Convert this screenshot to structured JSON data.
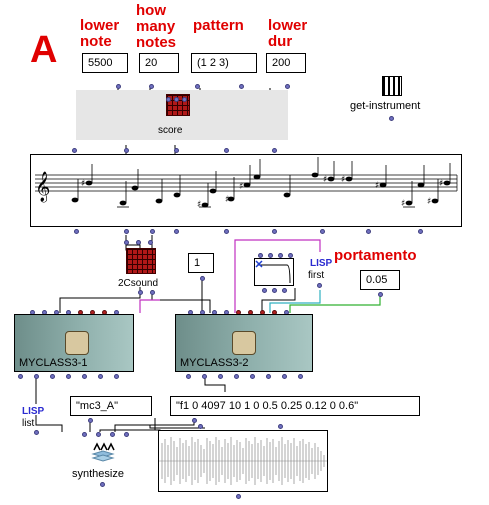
{
  "patch_letter": "A",
  "headers": {
    "lower_note": "lower note",
    "how_many_notes": "how many notes",
    "pattern": "pattern",
    "lower_dur": "lower dur",
    "portamento": "portamento"
  },
  "inputs": {
    "lower_note": "5500",
    "how_many_notes": "20",
    "pattern": "(1 2 3)",
    "lower_dur": "200",
    "first_index": "1",
    "portamento": "0.05",
    "instrument_name": "\"mc3_A\"",
    "score_statement": "\"f1 0 4097 10 1 0 0.5 0.25 0.12 0 0.6\""
  },
  "boxes": {
    "score": "score",
    "get_instrument": "get-instrument",
    "csound": "2Csound",
    "class1": "MYCLASS3-1",
    "class2": "MYCLASS3-2",
    "lisp_first_tag": "LISP",
    "lisp_first_label": "first",
    "lisp_list_tag": "LISP",
    "lisp_list_label": "list",
    "synthesize": "synthesize"
  },
  "colors": {
    "header_red": "#e00000",
    "connection_magenta": "#c030c0",
    "connection_green": "#30b030",
    "connection_cyan": "#30b0c0",
    "inlet_blue": "#7070c0",
    "outlet_red": "#b02020"
  }
}
